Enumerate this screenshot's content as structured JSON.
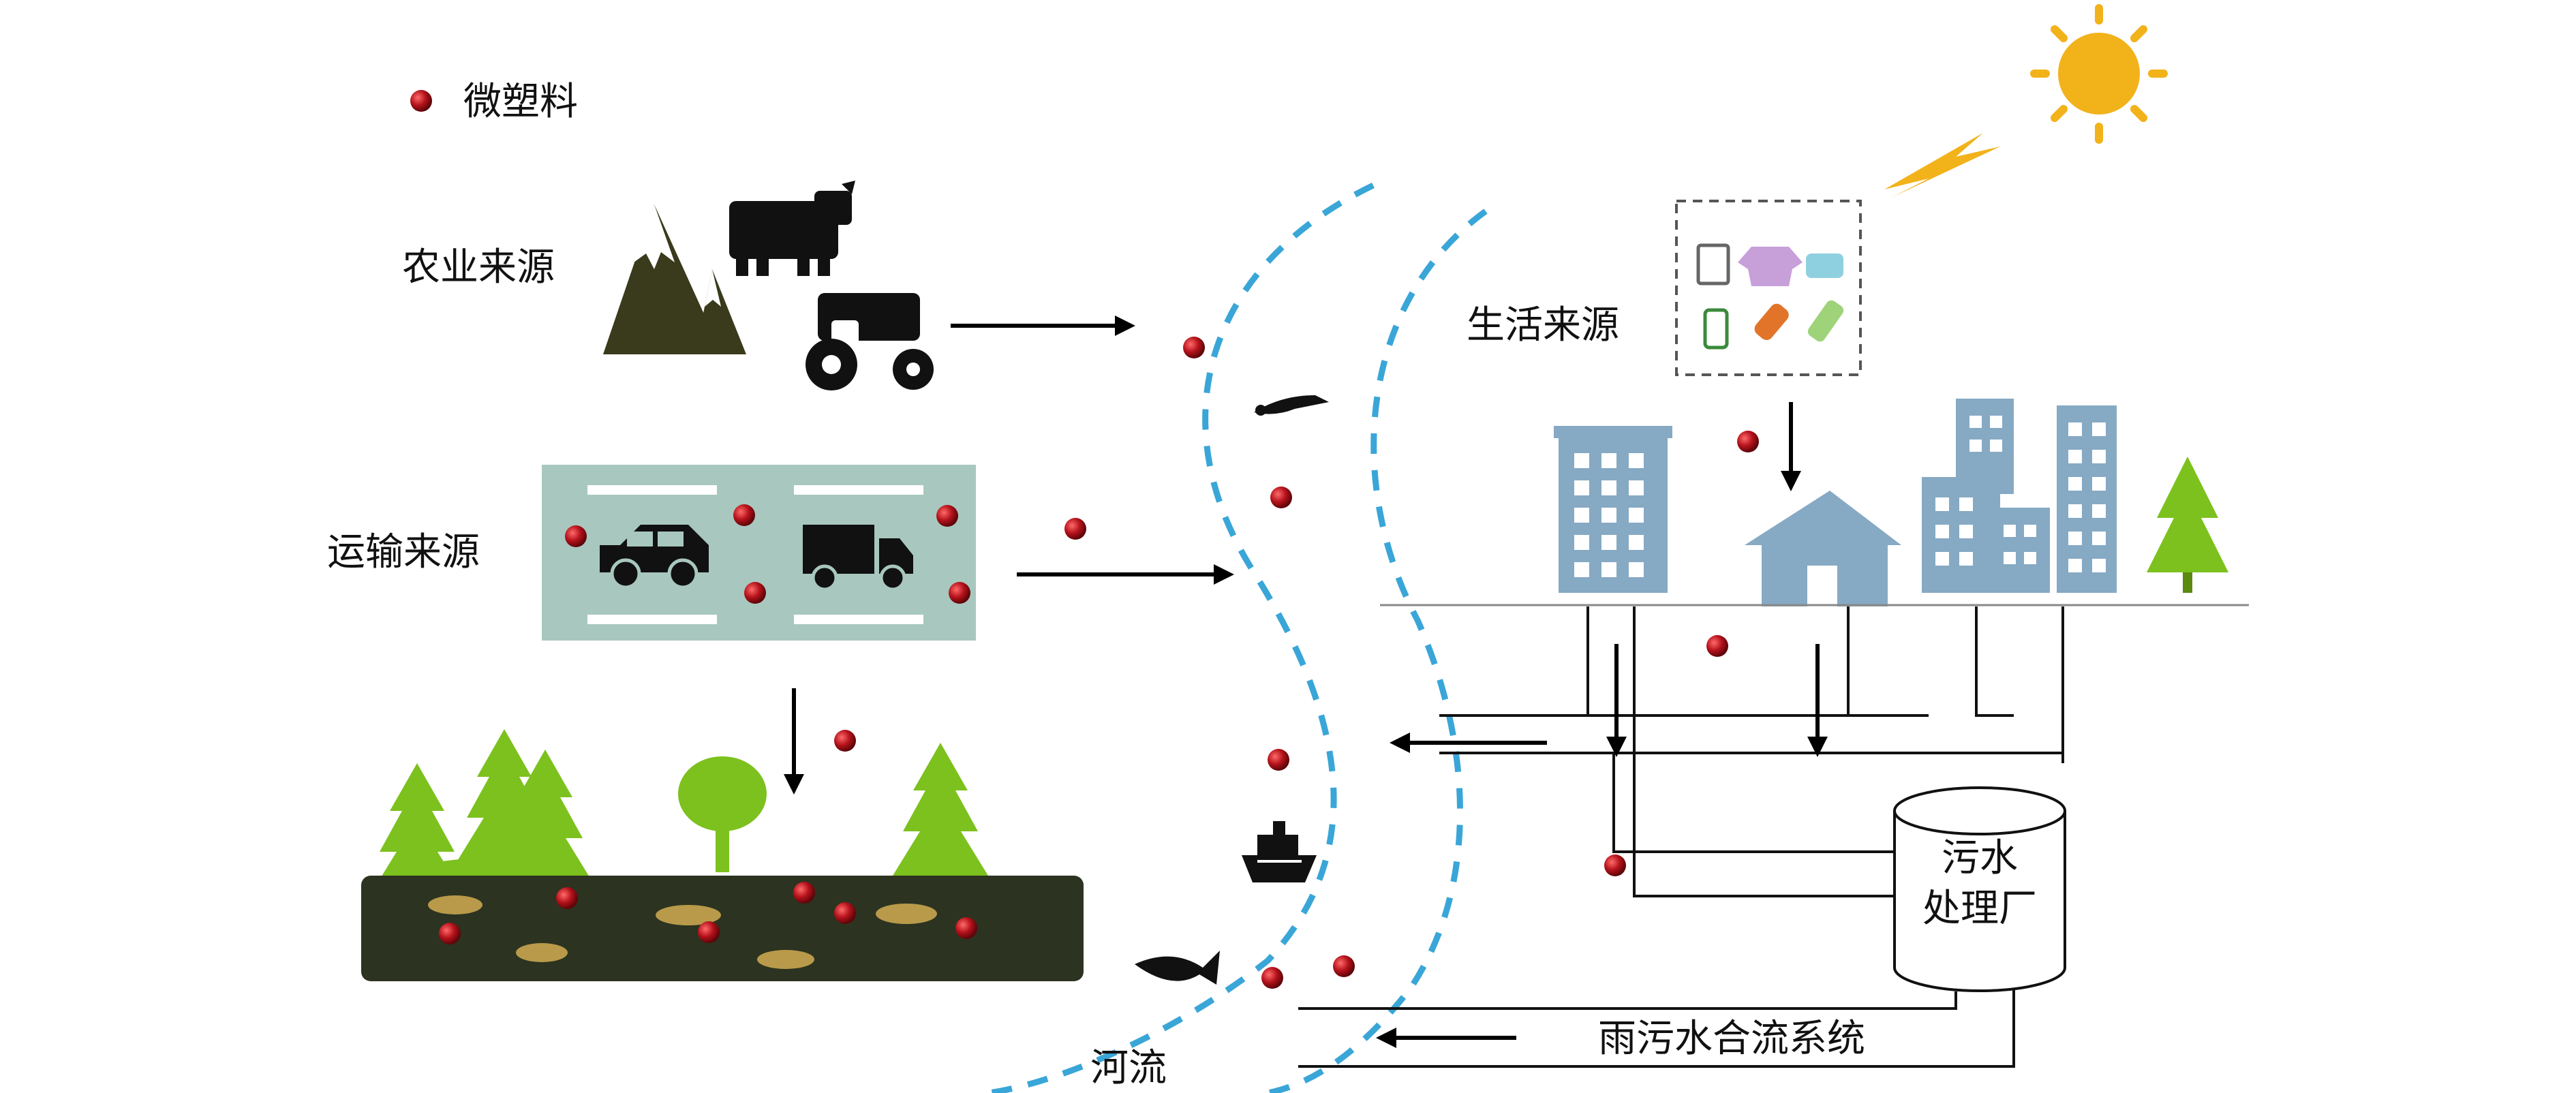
{
  "legend": {
    "label": "微塑料",
    "marker_color": "#a8141c"
  },
  "sources": {
    "agriculture": "农业来源",
    "transport": "运输来源",
    "domestic": "生活来源"
  },
  "river": {
    "label": "河流",
    "bank_color": "#3aa6d8"
  },
  "wwtp": {
    "line1": "污水",
    "line2": "处理厂"
  },
  "combined_sewer": {
    "label": "雨污水合流系统"
  },
  "colors": {
    "microplastic": "#a8141c",
    "building": "#86a9c4",
    "tree_green": "#7cc11e",
    "mountain": "#3a3a1c",
    "soil": "#2c3320",
    "road": "#a8c7bf",
    "sun": "#f2b21a"
  },
  "icons": [
    "microplastic-dot-icon",
    "mountain-icon",
    "cow-icon",
    "tractor-icon",
    "car-icon",
    "truck-icon",
    "tree-icon",
    "crocodile-icon",
    "ship-icon",
    "fish-icon",
    "sun-icon",
    "lightning-icon",
    "plastic-bag-icon",
    "sweater-icon",
    "soap-icon",
    "spray-bottle-icon",
    "candy-icon",
    "bottle-icon",
    "building-icon",
    "house-icon"
  ]
}
